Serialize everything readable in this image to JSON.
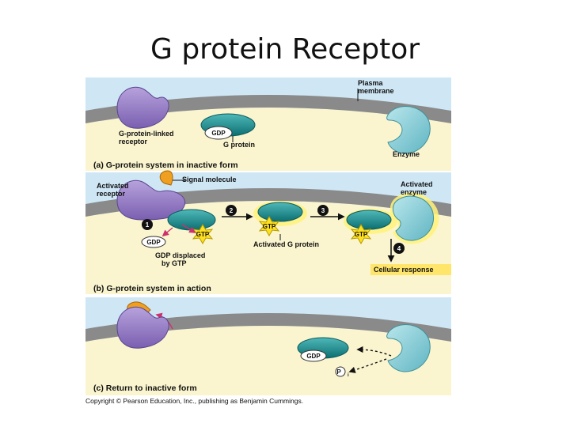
{
  "title": "G protein Receptor",
  "panel_a": {
    "plasma_membrane_1": "Plasma",
    "plasma_membrane_2": "membrane",
    "receptor_1": "G-protein-linked",
    "receptor_2": "receptor",
    "gdp": "GDP",
    "g_protein": "G protein",
    "enzyme": "Enzyme",
    "caption": "(a) G-protein system in inactive form"
  },
  "panel_b": {
    "activated_receptor_1": "Activated",
    "activated_receptor_2": "receptor",
    "signal_molecule": "Signal molecule",
    "activated_enzyme_1": "Activated",
    "activated_enzyme_2": "enzyme",
    "step_1": "1",
    "step_2": "2",
    "step_3": "3",
    "step_4": "4",
    "gdp": "GDP",
    "gtp_1": "GTP",
    "gtp_2": "GTP",
    "gtp_3": "GTP",
    "activated_g_protein": "Activated G protein",
    "gdp_displaced_1": "GDP displaced",
    "gdp_displaced_2": "by GTP",
    "cellular_response": "Cellular response",
    "caption": "(b) G-protein system in action"
  },
  "panel_c": {
    "gdp": "GDP",
    "pi": "P",
    "pi_sub": "i",
    "caption": "(c) Return to inactive form"
  },
  "copyright": "Copyright © Pearson Education, Inc., publishing as Benjamin Cummings.",
  "colors": {
    "panel_bg": "#cfe7f5",
    "membrane": "#8a8a8a",
    "cytoplasm": "#faf5cf",
    "receptor": "#9a80c8",
    "g_protein": "#1a8a8a",
    "enzyme": "#8fcfd8",
    "signal": "#f0a020",
    "gtp_star": "#ffe020",
    "glow": "#fff27a",
    "arrow_pink": "#d0306a"
  }
}
